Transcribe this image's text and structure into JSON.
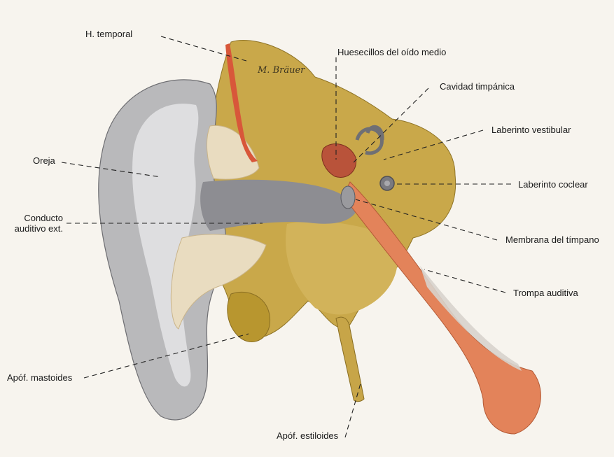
{
  "labels": {
    "h_temporal": "H. temporal",
    "huesecillos": "Huesecillos del oído medio",
    "cavidad_timpanica": "Cavidad timpánica",
    "laberinto_vestibular": "Laberinto vestibular",
    "oreja": "Oreja",
    "laberinto_coclear": "Laberinto coclear",
    "conducto_auditivo": "Conducto\nauditivo ext.",
    "membrana_timpano": "Membrana del tímpano",
    "trompa_auditiva": "Trompa auditiva",
    "apof_mastoides": "Apóf. mastoides",
    "apof_estiloides": "Apóf. estiloides"
  },
  "signature": "M. Bräuer",
  "colors": {
    "background": "#f7f4ee",
    "bone": "#c9a84a",
    "bone_dark": "#a9872e",
    "skin_gray": "#b9b9bb",
    "skin_light": "#e4e4e6",
    "canal": "#8d8d92",
    "tube": "#e3835a",
    "cartilage": "#e9dcc0",
    "vessel": "#d8573a"
  }
}
